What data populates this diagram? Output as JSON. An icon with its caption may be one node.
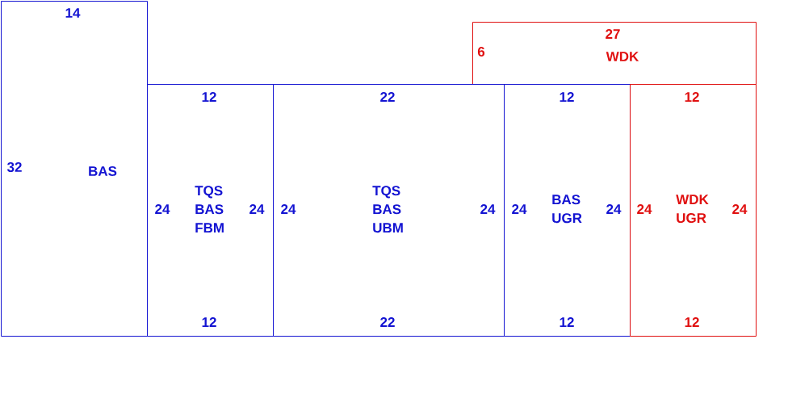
{
  "diagram": {
    "nodes": [
      {
        "text": [
          "14",
          "32",
          "BAS"
        ]
      },
      {
        "text": [
          "27",
          "WDK",
          "6"
        ]
      },
      {
        "text": [
          "12",
          "24",
          "TQS BAS FBM",
          "24",
          "12"
        ]
      },
      {
        "text": [
          "22",
          "24",
          "TQS BAS UBM",
          "24",
          "22"
        ]
      },
      {
        "text": [
          "12",
          "24",
          "BAS UGR",
          "24",
          "12"
        ]
      },
      {
        "text": [
          "12",
          "24",
          "WDK UGR",
          "24",
          "12"
        ]
      }
    ]
  }
}
